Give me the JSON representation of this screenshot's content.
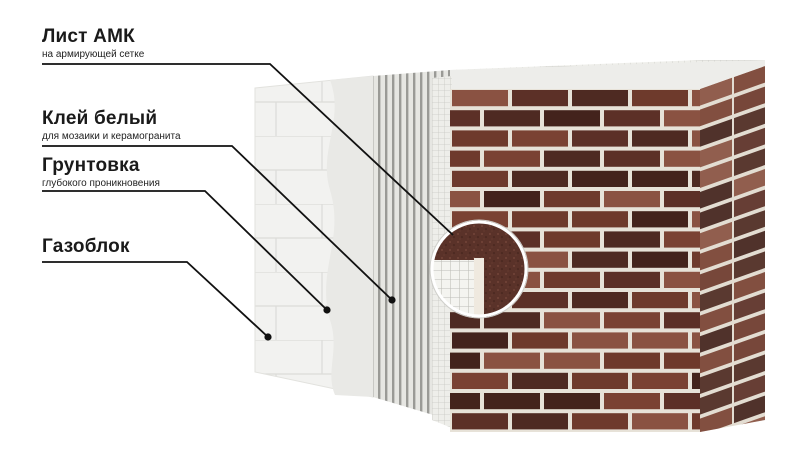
{
  "labels": [
    {
      "title": "Лист АМК",
      "subtitle": "на армирующей сетке"
    },
    {
      "title": "Клей белый",
      "subtitle": "для мозаики и керамогранита"
    },
    {
      "title": "Грунтовка",
      "subtitle": "глубокого проникновения"
    },
    {
      "title": "Газоблок",
      "subtitle": ""
    }
  ],
  "colors": {
    "brick_dark": "#4e2a22",
    "brick_mid": "#6e3a2c",
    "brick_light": "#8a5242",
    "mortar": "#e7e2d8",
    "gas_block": "#f1f1ef",
    "adhesive": "#dcdcd8",
    "leader_line": "#111111"
  },
  "icons": [
    "magnifier-detail-icon"
  ]
}
